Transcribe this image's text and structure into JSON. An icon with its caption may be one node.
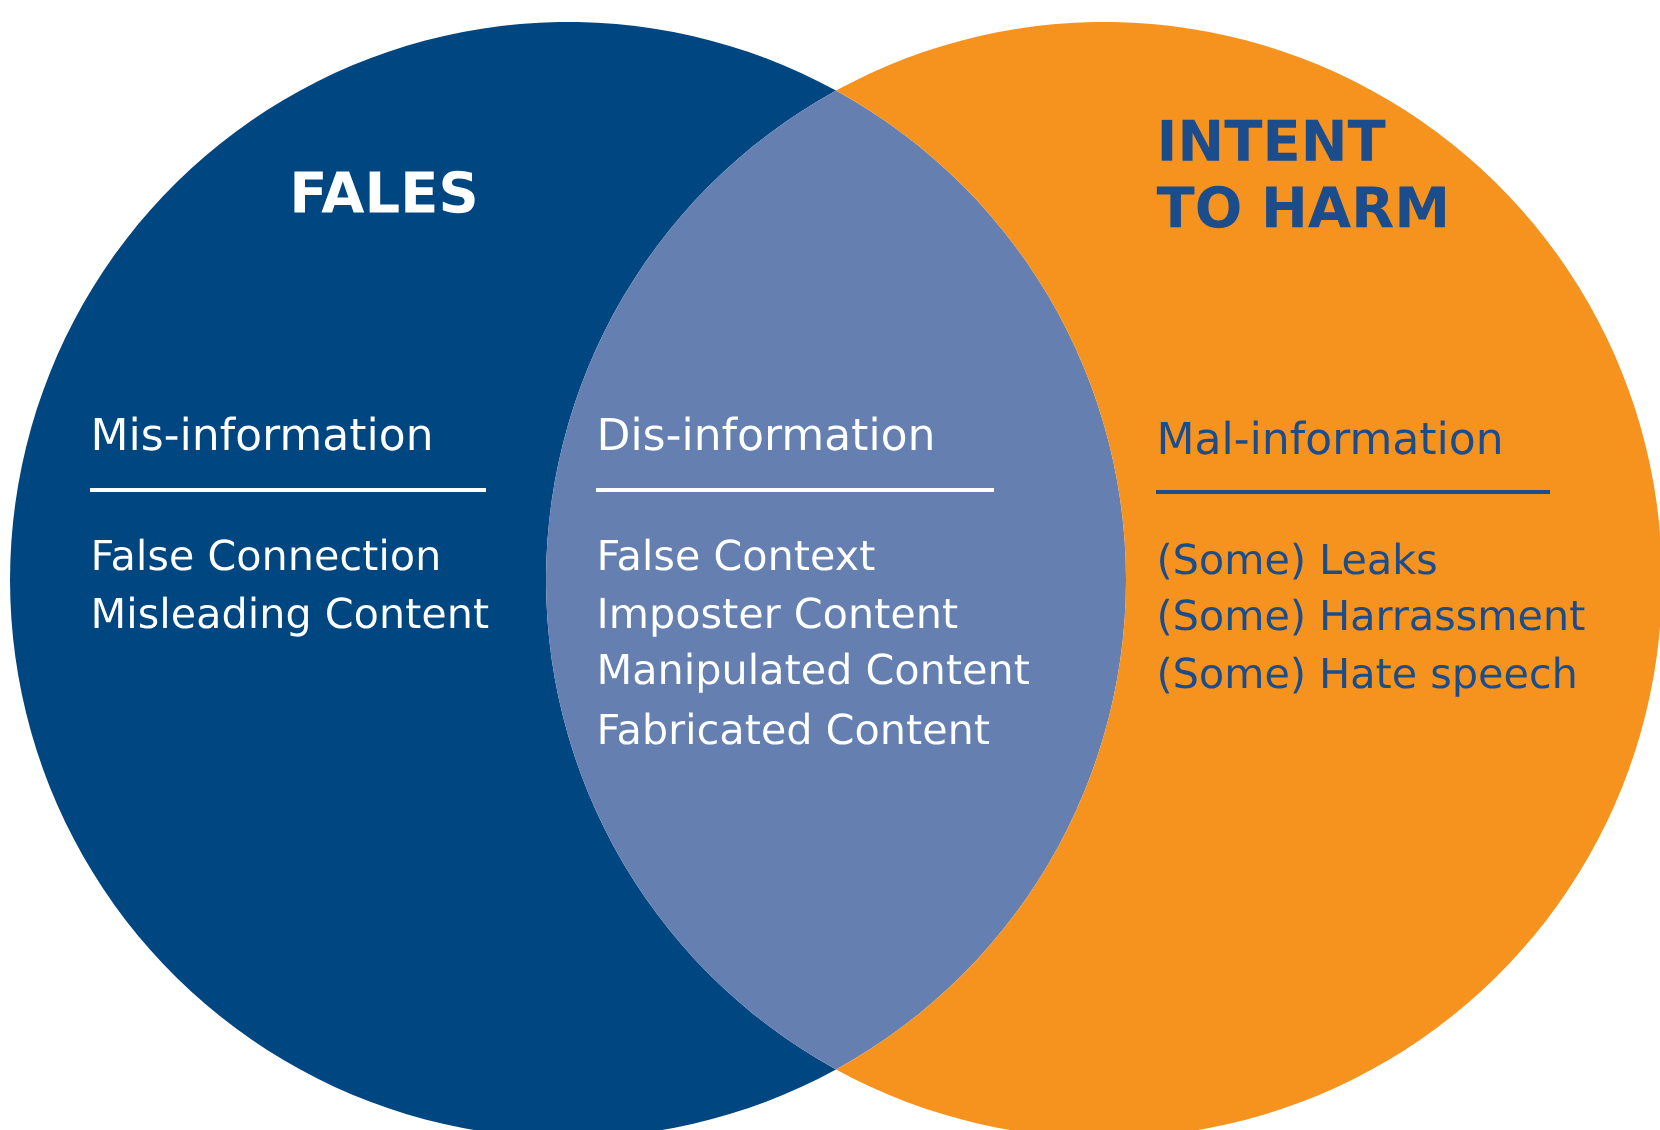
{
  "diagram": {
    "nodes": [
      {
        "text": [
          "FALES",
          "Mis-information",
          "False Connection",
          "Misleading Content"
        ]
      },
      {
        "text": [
          "Dis-information",
          "False Context",
          "Imposter Content",
          "Manipulated Content",
          "Fabricated Content"
        ]
      },
      {
        "text": [
          "INTENT TO HARM",
          "Mal-information",
          "(Some) Leaks",
          "(Some) Harrassment",
          "(Some) Hate speech"
        ]
      }
    ]
  }
}
